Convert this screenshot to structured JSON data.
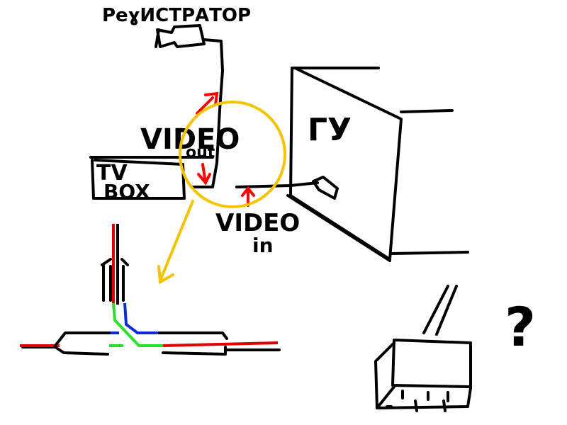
{
  "labels": {
    "recorder": "PeɣИСТРАТОР",
    "video_out_1": "VIDEO",
    "video_out_2": "out",
    "tv_box_1": "TV",
    "tv_box_2": "BOX",
    "video_in_1": "VIDEO",
    "video_in_2": "in",
    "tv": "ГУ",
    "question": "?"
  },
  "colors": {
    "ink": "#000000",
    "signal_arrow": "#ff0000",
    "magnifier": "#f5c400",
    "wire_red": "#e00000",
    "wire_blue": "#0a2bd6",
    "wire_green": "#2be02b"
  },
  "icons": {
    "recorder": "video-recorder-icon",
    "tv": "tv-icon",
    "tv_box": "tv-box-icon",
    "splitter": "rca-splitter-icon",
    "adapter": "adapter-plug-icon"
  }
}
